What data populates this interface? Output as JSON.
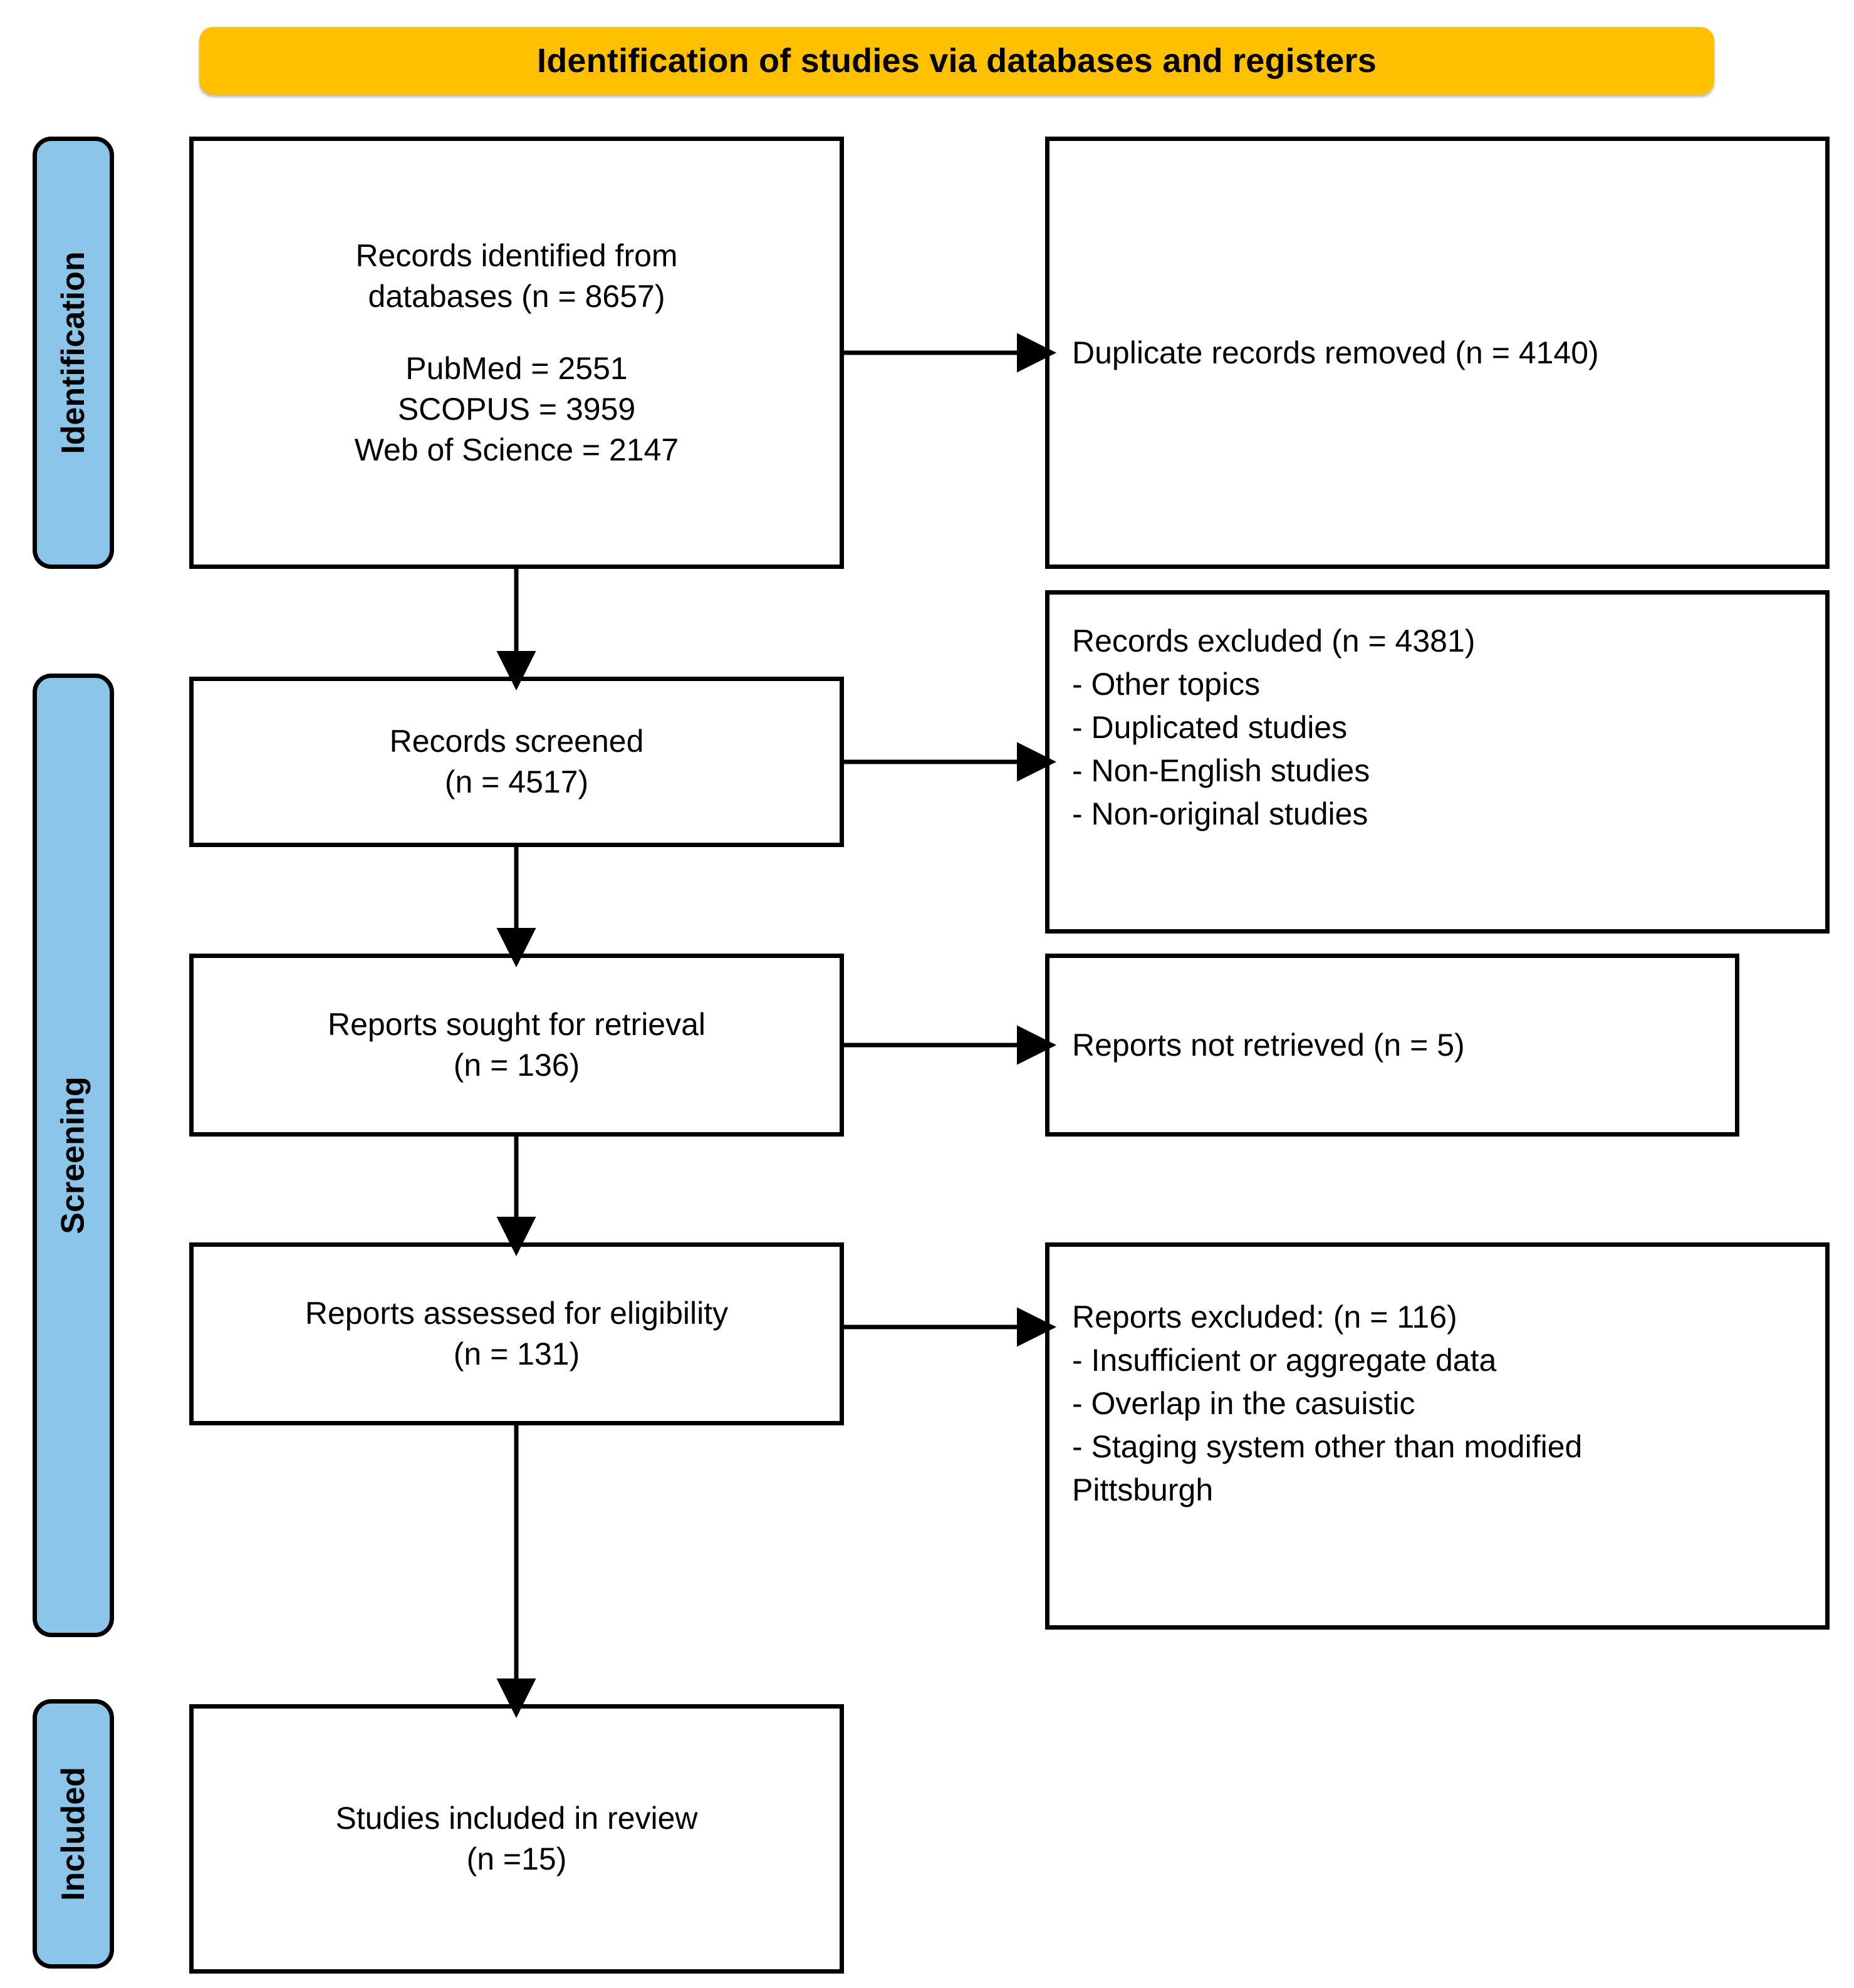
{
  "header": {
    "title": "Identification of studies via databases and registers",
    "background_color": "#FFC000"
  },
  "stages": [
    {
      "label": "Identification",
      "color": "#8CC5EA"
    },
    {
      "label": "Screening",
      "color": "#8CC5EA"
    },
    {
      "label": "Included",
      "color": "#8CC5EA"
    }
  ],
  "boxes": {
    "records_identified": {
      "line1": "Records identified from",
      "line2": "databases (n = 8657)",
      "line3": "PubMed = 2551",
      "line4": "SCOPUS = 3959",
      "line5": "Web of Science = 2147"
    },
    "duplicates_removed": {
      "line1": "Duplicate records removed (n = 4140)"
    },
    "records_screened": {
      "line1": "Records screened",
      "line2": "(n = 4517)"
    },
    "records_excluded": {
      "line1": "Records excluded (n = 4381)",
      "line2": "- Other topics",
      "line3": "- Duplicated studies",
      "line4": "- Non-English studies",
      "line5": "- Non-original studies"
    },
    "reports_sought": {
      "line1": "Reports sought for retrieval",
      "line2": "(n = 136)"
    },
    "reports_not_retrieved": {
      "line1": "Reports not retrieved (n = 5)"
    },
    "reports_assessed": {
      "line1": "Reports assessed for eligibility",
      "line2": "(n = 131)"
    },
    "reports_excluded": {
      "line1": "Reports excluded: (n = 116)",
      "line2": "- Insufficient or aggregate data",
      "line3": "- Overlap in the casuistic",
      "line4": "- Staging system other than modified",
      "line5": "Pittsburgh"
    },
    "studies_included": {
      "line1": "Studies included in review",
      "line2": "(n =15)"
    }
  },
  "chart_data": {
    "type": "diagram",
    "title": "Identification of studies via databases and registers",
    "stages": [
      "Identification",
      "Screening",
      "Included"
    ],
    "nodes": [
      {
        "id": "records_identified",
        "stage": "Identification",
        "label": "Records identified from databases (n = 8657)",
        "n": 8657,
        "breakdown": [
          {
            "source": "PubMed",
            "n": 2551
          },
          {
            "source": "SCOPUS",
            "n": 3959
          },
          {
            "source": "Web of Science",
            "n": 2147
          }
        ]
      },
      {
        "id": "duplicates_removed",
        "stage": "Identification",
        "label": "Duplicate records removed (n = 4140)",
        "n": 4140
      },
      {
        "id": "records_screened",
        "stage": "Screening",
        "label": "Records screened (n = 4517)",
        "n": 4517
      },
      {
        "id": "records_excluded",
        "stage": "Screening",
        "label": "Records excluded (n = 4381)",
        "n": 4381,
        "reasons": [
          "Other topics",
          "Duplicated studies",
          "Non-English studies",
          "Non-original studies"
        ]
      },
      {
        "id": "reports_sought",
        "stage": "Screening",
        "label": "Reports sought for retrieval (n = 136)",
        "n": 136
      },
      {
        "id": "reports_not_retrieved",
        "stage": "Screening",
        "label": "Reports not retrieved (n = 5)",
        "n": 5
      },
      {
        "id": "reports_assessed",
        "stage": "Screening",
        "label": "Reports assessed for eligibility (n = 131)",
        "n": 131
      },
      {
        "id": "reports_excluded",
        "stage": "Screening",
        "label": "Reports excluded: (n = 116)",
        "n": 116,
        "reasons": [
          "Insufficient or aggregate data",
          "Overlap in the casuistic",
          "Staging system other than modified Pittsburgh"
        ]
      },
      {
        "id": "studies_included",
        "stage": "Included",
        "label": "Studies included in review (n =15)",
        "n": 15
      }
    ],
    "edges": [
      {
        "from": "records_identified",
        "to": "duplicates_removed",
        "direction": "right"
      },
      {
        "from": "records_identified",
        "to": "records_screened",
        "direction": "down"
      },
      {
        "from": "records_screened",
        "to": "records_excluded",
        "direction": "right"
      },
      {
        "from": "records_screened",
        "to": "reports_sought",
        "direction": "down"
      },
      {
        "from": "reports_sought",
        "to": "reports_not_retrieved",
        "direction": "right"
      },
      {
        "from": "reports_sought",
        "to": "reports_assessed",
        "direction": "down"
      },
      {
        "from": "reports_assessed",
        "to": "reports_excluded",
        "direction": "right"
      },
      {
        "from": "reports_assessed",
        "to": "studies_included",
        "direction": "down"
      }
    ]
  }
}
